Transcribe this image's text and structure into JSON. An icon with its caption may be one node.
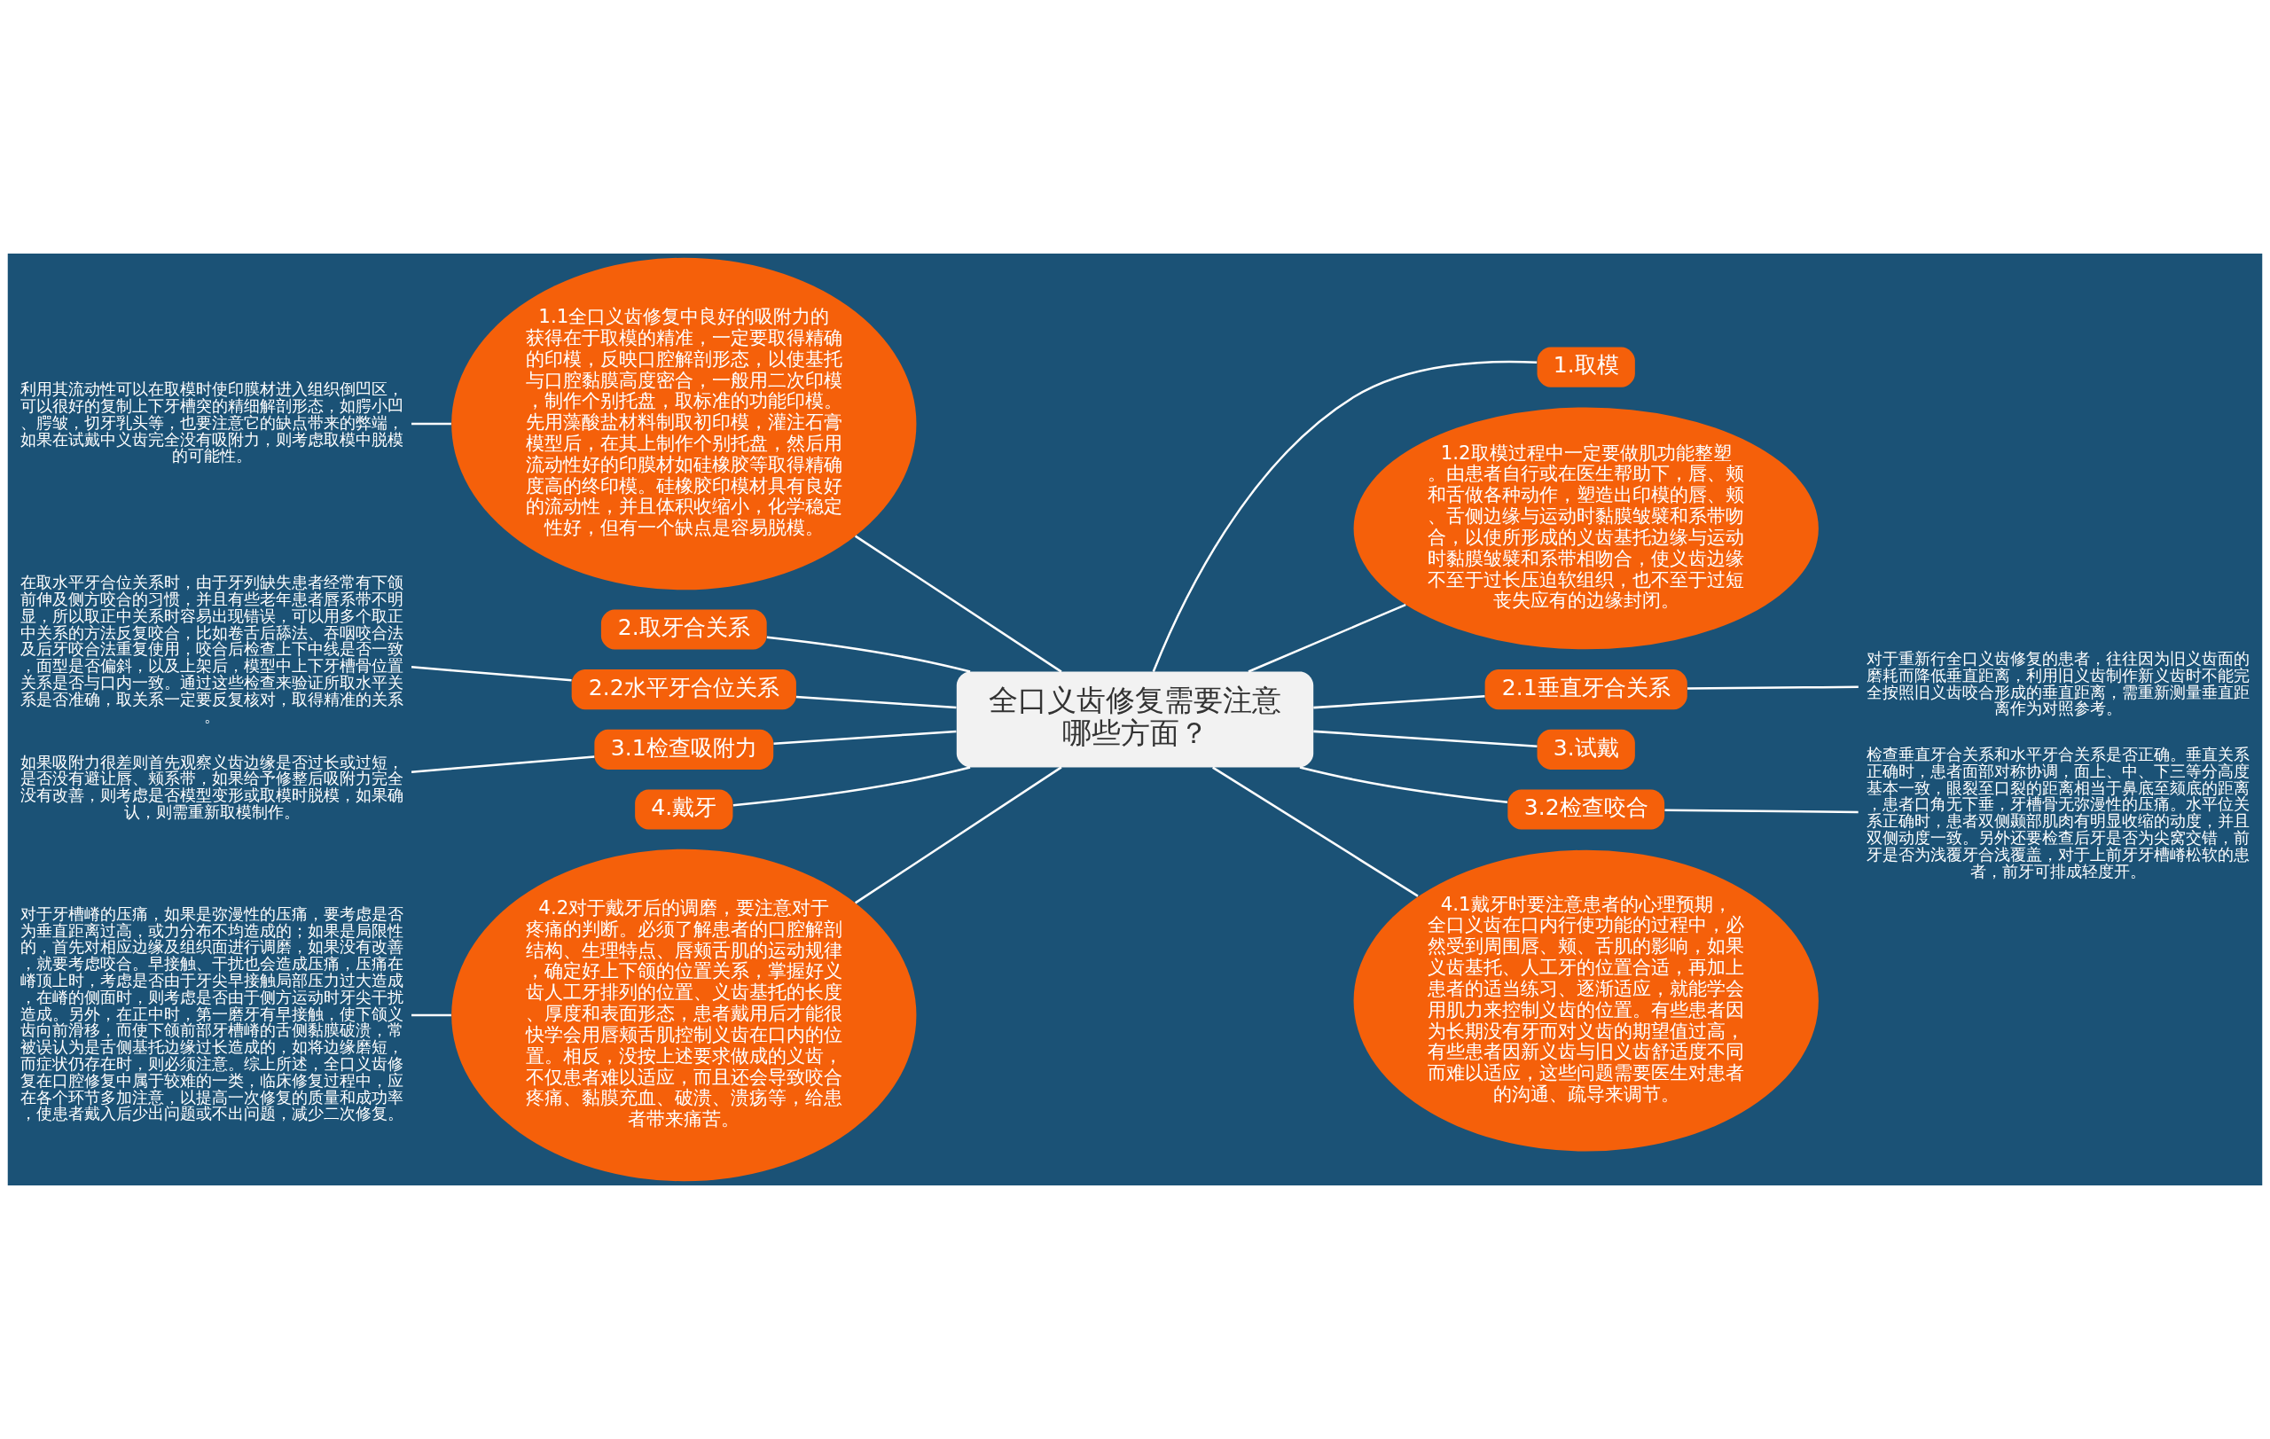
{
  "diagram": {
    "nodes": [
      {
        "text": [
          "全口义齿修复需要注意哪些方面？"
        ]
      },
      {
        "text": [
          "1.取模"
        ]
      },
      {
        "text": [
          "1.1全口义齿修复中良好的吸附力的获得在于取模的精准，一定要取得精确的印模，反映口腔解剖形态，以使基托与口腔黏膜高度密合，一般用二次印模，制作个别托盘，取标准的功能印模。先用藻酸盐材料制取初印模，灌注石膏模型后，在其上制作个别托盘，然后用流动性好的印膜材如硅橡胶等取得精确度高的终印模。硅橡胶印模材具有良好的流动性，并且体积收缩小，化学稳定性好，但有一个缺点是容易脱模。"
        ]
      },
      {
        "text": [
          "利用其流动性可以在取模时使印膜材进入组织倒凹区，可以很好的复制上下牙槽突的精细解剖形态，如腭小凹、腭皱，切牙乳头等，也要注意它的缺点带来的弊端，如果在试戴中义齿完全没有吸附力，则考虑取模中脱模的可能性。"
        ]
      },
      {
        "text": [
          "1.2取模过程中一定要做肌功能整塑。由患者自行或在医生帮助下，唇、颊和舌做各种动作，塑造出印模的唇、颊、舌侧边缘与运动时黏膜皱襞和系带吻合，以使所形成的义齿基托边缘与运动时黏膜皱襞和系带相吻合，使义齿边缘不至于过长压迫软组织，也不至于过短丧失应有的边缘封闭。"
        ]
      },
      {
        "text": [
          "2.取牙合关系"
        ]
      },
      {
        "text": [
          "2.1垂直牙合关系"
        ]
      },
      {
        "text": [
          "对于重新行全口义齿修复的患者，往往因为旧义齿面的磨耗而降低垂直距离，利用旧义齿制作新义齿时不能完全按照旧义齿咬合形成的垂直距离，需重新测量垂直距离作为对照参考。"
        ]
      },
      {
        "text": [
          "2.2水平牙合位关系"
        ]
      },
      {
        "text": [
          "在取水平牙合位关系时，由于牙列缺失患者经常有下颌前伸及侧方咬合的习惯，并且有些老年患者唇系带不明显，所以取正中关系时容易出现错误，可以用多个取正中关系的方法反复咬合，比如卷舌后舔法、吞咽咬合法及后牙咬合法重复使用，咬合后检查上下中线是否一致，面型是否偏斜，以及上架后，模型中上下牙槽骨位置关系是否与口内一致。通过这些检查来验证所取水平关系是否准确，取关系一定要反复核对，取得精准的关系。"
        ]
      },
      {
        "text": [
          "3.试戴"
        ]
      },
      {
        "text": [
          "3.1检查吸附力"
        ]
      },
      {
        "text": [
          "如果吸附力很差则首先观察义齿边缘是否过长或过短，是否没有避让唇、颊系带，如果给予修整后吸附力完全没有改善，则考虑是否模型变形或取模时脱模，如果确认，则需重新取模制作。"
        ]
      },
      {
        "text": [
          "3.2检查咬合"
        ]
      },
      {
        "text": [
          "检查垂直牙合关系和水平牙合关系是否正确。垂直关系正确时，患者面部对称协调，面上、中、下三等分高度基本一致，眼裂至口裂的距离相当于鼻底至颏底的距离，患者口角无下垂，牙槽骨无弥漫性的压痛。水平位关系正确时，患者双侧颞部肌肉有明显收缩的动度，并且双侧动度一致。另外还要检查后牙是否为尖窝交错，前牙是否为浅覆牙合浅覆盖，对于上前牙牙槽嵴松软的患者，前牙可排成轻度开。"
        ]
      },
      {
        "text": [
          "4.戴牙"
        ]
      },
      {
        "text": [
          "4.1戴牙时要注意患者的心理预期，全口义齿在口内行使功能的过程中，必然受到周围唇、颊、舌肌的影响，如果义齿基托、人工牙的位置合适，再加上患者的适当练习、逐渐适应，就能学会用肌力来控制义齿的位置。有些患者因为长期没有牙而对义齿的期望值过高，有些患者因新义齿与旧义齿舒适度不同而难以适应，这些问题需要医生对患者的沟通、疏导来调节。"
        ]
      },
      {
        "text": [
          "4.2对于戴牙后的调磨，要注意对于疼痛的判断。必须了解患者的口腔解剖结构、生理特点、唇颊舌肌的运动规律，确定好上下颌的位置关系，掌握好义齿人工牙排列的位置、义齿基托的长度、厚度和表面形态，患者戴用后才能很快学会用唇颊舌肌控制义齿在口内的位置。相反，没按上述要求做成的义齿，不仅患者难以适应，而且还会导致咬合疼痛、黏膜充血、破溃、溃疡等，给患者带来痛苦。"
        ]
      },
      {
        "text": [
          "对于牙槽嵴的压痛，如果是弥漫性的压痛，要考虑是否为垂直距离过高，或力分布不均造成的；如果是局限性的，首先对相应边缘及组织面进行调磨，如果没有改善，就要考虑咬合。早接触、干扰也会造成压痛，压痛在嵴顶上时，考虑是否由于牙尖早接触局部压力过大造成，在嵴的侧面时，则考虑是否由于侧方运动时牙尖干扰造成。另外，在正中时，第一磨牙有早接触，使下颌义齿向前滑移，而使下颌前部牙槽嵴的舌侧黏膜破溃，常被误认为是舌侧基托边缘过长造成的，如将边缘磨短，而症状仍存在时，则必须注意。综上所述，全口义齿修复在口腔修复中属于较难的一类，临床修复过程中，应在各个环节多加注意，以提高一次修复的质量和成功率，使患者戴入后少出问题或不出问题，减少二次修复。"
        ]
      }
    ],
    "edges": [
      {
        "from": 0,
        "to": 1,
        "arrow": "none"
      },
      {
        "from": 0,
        "to": 2,
        "arrow": "none"
      },
      {
        "from": 2,
        "to": 3,
        "arrow": "none"
      },
      {
        "from": 0,
        "to": 4,
        "arrow": "none"
      },
      {
        "from": 0,
        "to": 5,
        "arrow": "none"
      },
      {
        "from": 0,
        "to": 6,
        "arrow": "none"
      },
      {
        "from": 6,
        "to": 7,
        "arrow": "none"
      },
      {
        "from": 0,
        "to": 8,
        "arrow": "none"
      },
      {
        "from": 8,
        "to": 9,
        "arrow": "none"
      },
      {
        "from": 0,
        "to": 10,
        "arrow": "none"
      },
      {
        "from": 0,
        "to": 11,
        "arrow": "none"
      },
      {
        "from": 11,
        "to": 12,
        "arrow": "none"
      },
      {
        "from": 0,
        "to": 13,
        "arrow": "none"
      },
      {
        "from": 13,
        "to": 14,
        "arrow": "none"
      },
      {
        "from": 0,
        "to": 15,
        "arrow": "none"
      },
      {
        "from": 0,
        "to": 16,
        "arrow": "none"
      },
      {
        "from": 0,
        "to": 17,
        "arrow": "none"
      },
      {
        "from": 17,
        "to": 18,
        "arrow": "none"
      }
    ]
  }
}
